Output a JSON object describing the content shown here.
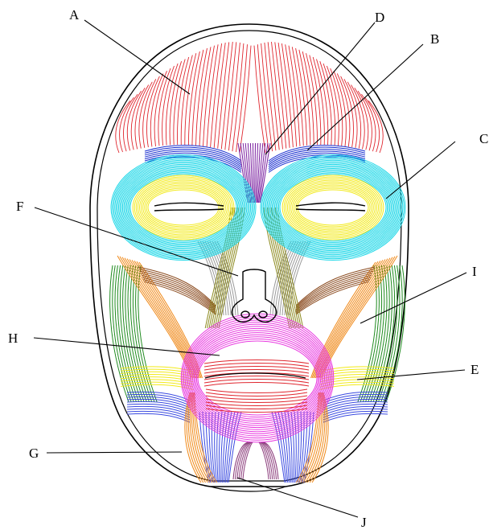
{
  "labels": [
    "A",
    "B",
    "C",
    "D",
    "E",
    "F",
    "G",
    "H",
    "I",
    "J"
  ],
  "colors": {
    "frontalis": "#e0262e",
    "corrugator": "#1a2fd0",
    "procerus": "#7a1fa0",
    "orbicularis_oculi": "#22d8e8",
    "eyelid": "#f2ea1a",
    "nasalis": "#8c8a1e",
    "levator": "#9a9a9a",
    "zygomaticus_minor": "#8a4a1e",
    "zygomaticus_major": "#f08a1a",
    "masseter": "#1e8a1e",
    "risorius": "#f2ea1a",
    "orbicularis_oris": "#e83ae0",
    "depressor": "#3a4ae0",
    "mentalis": "#8a3a7a",
    "outline": "#000000"
  }
}
